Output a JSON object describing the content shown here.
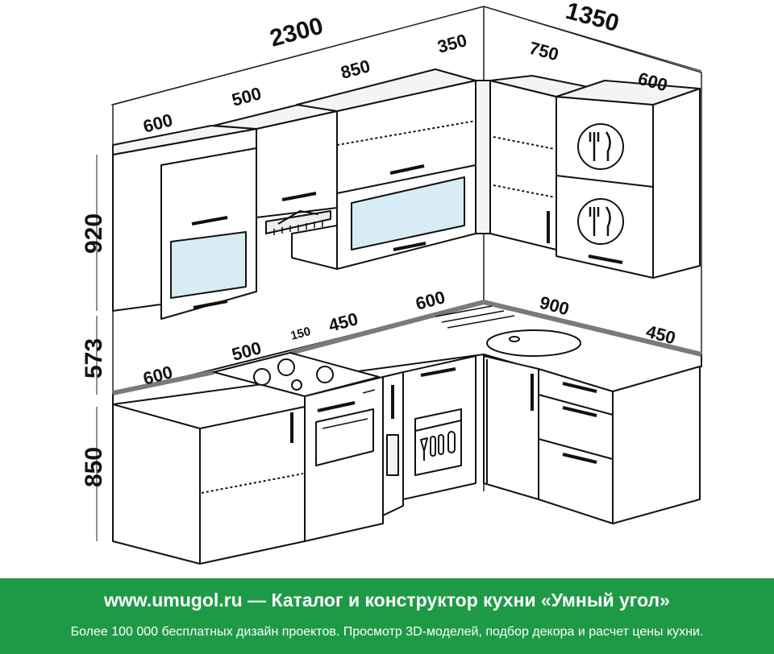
{
  "dimensions": {
    "total_width": "2300",
    "total_depth": "1350",
    "upper_height": "920",
    "gap_height": "573",
    "base_height": "850",
    "upper_left_600": "600",
    "upper_500": "500",
    "upper_850": "850",
    "upper_350": "350",
    "upper_right_750": "750",
    "upper_right_600": "600",
    "base_left_600": "600",
    "base_500": "500",
    "base_150": "150",
    "base_450": "450",
    "base_corner_600": "600",
    "base_right_900": "900",
    "base_right_450": "450"
  },
  "footer": {
    "title": "www.umugol.ru  —  Каталог и конструктор кухни «Умный угол»",
    "subtitle": "Более 100 000 бесплатных дизайн проектов. Просмотр 3D-моделей, подбор декора и расчет цены кухни."
  },
  "colors": {
    "footer_bg": "#1e9a46",
    "glass": "#d8ecf6",
    "countertop": "#7a7a7a"
  }
}
